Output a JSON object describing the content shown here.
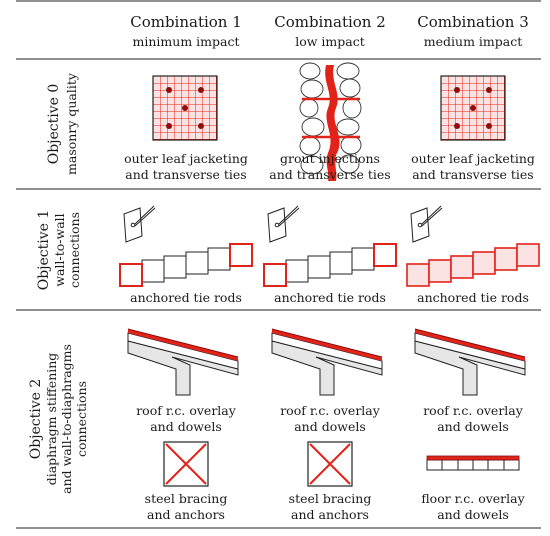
{
  "columns": [
    {
      "title": "Combination 1",
      "subtitle": "minimum impact"
    },
    {
      "title": "Combination 2",
      "subtitle": "low impact"
    },
    {
      "title": "Combination 3",
      "subtitle": "medium impact"
    }
  ],
  "objectives": [
    {
      "title": "Objective 0",
      "lines": [
        "masonry quality"
      ]
    },
    {
      "title": "Objective 1",
      "lines": [
        "wall-to-wall",
        "connections"
      ]
    },
    {
      "title": "Objective 2",
      "lines": [
        "diaphragm stiffening",
        "and wall-to-diaphragms",
        "connections"
      ]
    }
  ],
  "cells": {
    "obj0": [
      {
        "line1": "outer leaf jacketing",
        "line2": "and transverse ties"
      },
      {
        "line1": "grout injections",
        "line2": "and transverse ties"
      },
      {
        "line1": "outer leaf jacketing",
        "line2": "and transverse ties"
      }
    ],
    "obj1": [
      {
        "line1": "anchored tie rods"
      },
      {
        "line1": "anchored tie rods"
      },
      {
        "line1": "anchored tie rods"
      }
    ],
    "obj2_top": [
      {
        "line1": "roof r.c. overlay",
        "line2": "and dowels"
      },
      {
        "line1": "roof r.c. overlay",
        "line2": "and dowels"
      },
      {
        "line1": "roof r.c. overlay",
        "line2": "and dowels"
      }
    ],
    "obj2_bottom": [
      {
        "line1": "steel bracing",
        "line2": "and anchors"
      },
      {
        "line1": "steel bracing",
        "line2": "and anchors"
      },
      {
        "line1": "floor r.c. overlay",
        "line2": "and dowels"
      }
    ]
  },
  "colors": {
    "accent": "#e2231a",
    "dark_red": "#8b0f0f",
    "line": "#333333",
    "fill_pink": "#f7d5d5"
  }
}
